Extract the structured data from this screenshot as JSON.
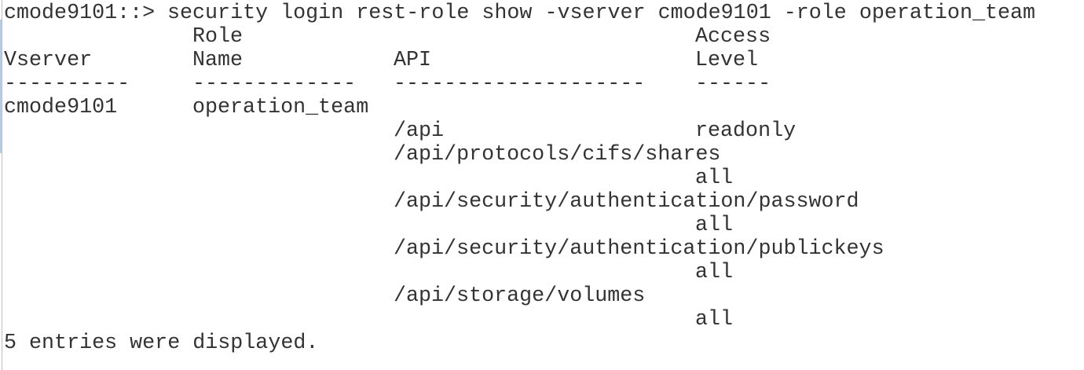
{
  "colors": {
    "background": "#ffffff",
    "text": "#333333",
    "border": "#bdbdbd",
    "accent_strip": "#aecdf0"
  },
  "terminal": {
    "prompt": "cmode9101::>",
    "command": "security login rest-role show -vserver cmode9101 -role operation_team",
    "footer": "5 entries were displayed."
  },
  "table": {
    "headers": {
      "vserver": "Vserver",
      "role_line1": "Role",
      "role_line2": "Name",
      "api": "API",
      "access_line1": "Access",
      "access_line2": "Level"
    },
    "rules": {
      "vserver": "----------",
      "role_name": "-------------",
      "api": "--------------------",
      "access_level": "------"
    },
    "row": {
      "vserver": "cmode9101",
      "role_name": "operation_team",
      "entries": [
        {
          "api": "/api",
          "access": "readonly"
        },
        {
          "api": "/api/protocols/cifs/shares",
          "access": "all"
        },
        {
          "api": "/api/security/authentication/password",
          "access": "all"
        },
        {
          "api": "/api/security/authentication/publickeys",
          "access": "all"
        },
        {
          "api": "/api/storage/volumes",
          "access": "all"
        }
      ]
    }
  }
}
